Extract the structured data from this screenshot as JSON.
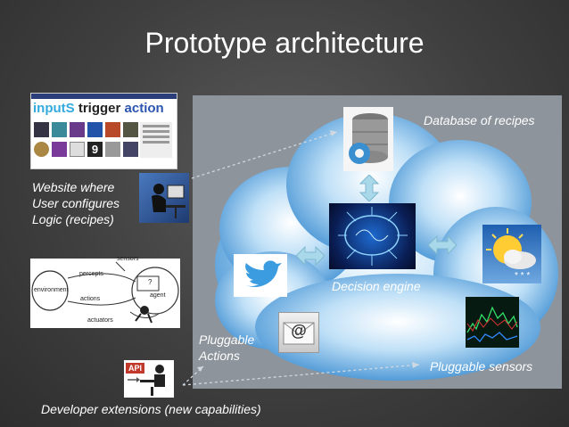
{
  "slide": {
    "title": "Prototype architecture"
  },
  "labels": {
    "database": "Database of recipes",
    "decision_engine": "Decision engine",
    "website_line1": "Website where",
    "website_line2": "User configures",
    "website_line3": "Logic (recipes)",
    "pluggable_actions_line1": "Pluggable",
    "pluggable_actions_line2": "Actions",
    "pluggable_sensors": "Pluggable sensors",
    "developer_extensions": "Developer extensions (new capabilities)"
  },
  "website_screenshot": {
    "heading_inputs": "inputS",
    "heading_trigger": "trigger",
    "heading_action": "action",
    "tile_number": "9"
  },
  "agent_diagram": {
    "sensors": "sensors",
    "percepts": "percepts",
    "environment": "environment",
    "actions": "actions",
    "agent": "agent",
    "actuators": "actuators",
    "question_mark": "?"
  },
  "api_icon": {
    "label": "API"
  },
  "email_icon": {
    "symbol": "@"
  },
  "colors": {
    "title": "#ffffff",
    "panel": "#8d949c",
    "cloud": "#5fa8e0",
    "arrow": "#a8d8ea",
    "twitter": "#3b9de0"
  }
}
